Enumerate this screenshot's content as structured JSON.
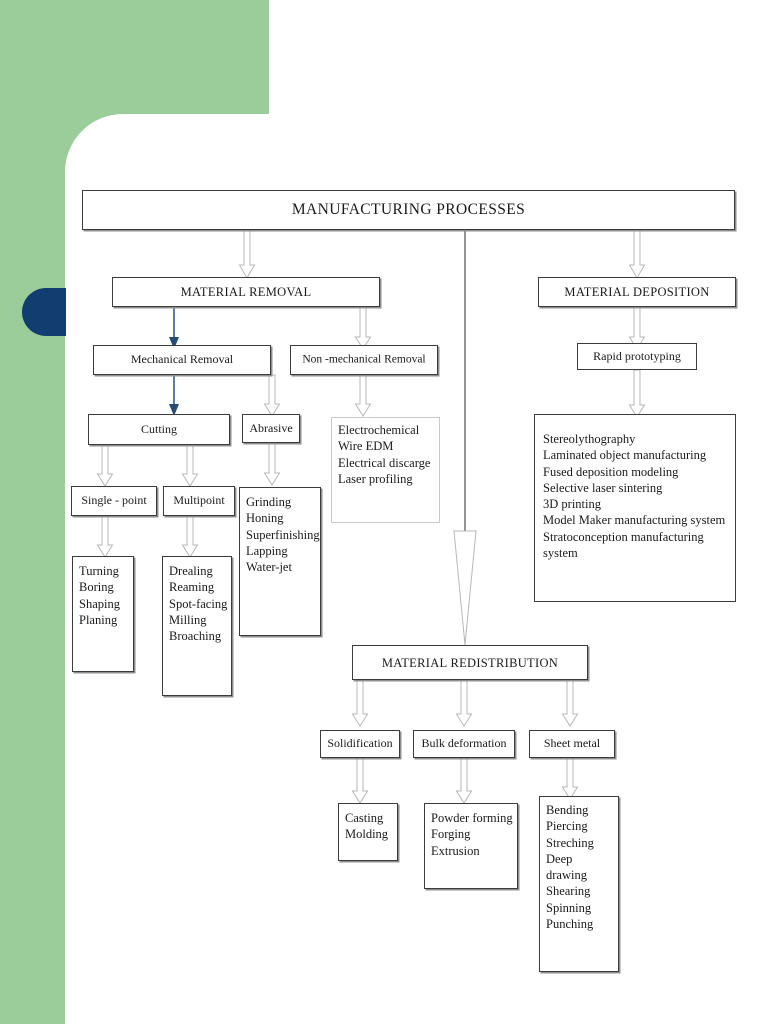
{
  "slide": {
    "accent_green": "#9bcd9b",
    "accent_navy": "#123d70",
    "box_border": "#3b3b3b",
    "arrow_fill": "#ffffff",
    "arrow_stroke": "#b7b7b7",
    "thin_arrow_color": "#2e5f8a"
  },
  "chart_data": {
    "type": "diagram",
    "title": "MANUFACTURING  PROCESSES",
    "orientation": "top-down",
    "nodes": [
      {
        "id": "root",
        "label": "MANUFACTURING  PROCESSES",
        "level": 0
      },
      {
        "id": "mr",
        "label": "MATERIAL REMOVAL",
        "level": 1
      },
      {
        "id": "mrd",
        "label": "MATERIAL REDISTRIBUTION",
        "level": 1
      },
      {
        "id": "mdp",
        "label": "MATERIAL DEPOSITION",
        "level": 1
      },
      {
        "id": "mech",
        "label": "Mechanical Removal",
        "level": 2
      },
      {
        "id": "nonmech",
        "label": "Non -mechanical Removal",
        "level": 2
      },
      {
        "id": "rapid",
        "label": "Rapid prototyping",
        "level": 2
      },
      {
        "id": "cut",
        "label": "Cutting",
        "level": 3
      },
      {
        "id": "abr",
        "label": "Abrasive",
        "level": 3
      },
      {
        "id": "sp",
        "label": "Single - point",
        "level": 4
      },
      {
        "id": "mp",
        "label": "Multipoint",
        "level": 4
      },
      {
        "id": "sol",
        "label": "Solidification",
        "level": 2
      },
      {
        "id": "bulk",
        "label": "Bulk deformation",
        "level": 2
      },
      {
        "id": "sheet",
        "label": "Sheet metal",
        "level": 2
      }
    ],
    "leaf_lists": {
      "single_point": [
        "Turning",
        "Boring",
        "Shaping",
        "Planing"
      ],
      "multipoint": [
        "Drealing",
        "Reaming",
        "Spot-facing",
        "Milling",
        "Broaching"
      ],
      "abrasive": [
        "Grinding",
        "Honing",
        "Superfinishing",
        "Lapping",
        "Water-jet"
      ],
      "non_mechanical": [
        "Electrochemical",
        "Wire EDM",
        "Electrical discarge",
        "Laser profiling"
      ],
      "rapid_prototyping": [
        "Stereolythography",
        "Laminated object manufacturing",
        "Fused deposition modeling",
        "Selective laser sintering",
        "3D printing",
        "Model Maker manufacturing system",
        "Stratoconception manufacturing system"
      ],
      "solidification": [
        "Casting",
        "Molding"
      ],
      "bulk_deformation": [
        "Powder forming",
        "Forging",
        "Extrusion"
      ],
      "sheet_metal": [
        "Bending",
        "Piercing",
        "Streching",
        "Deep drawing",
        "Shearing",
        "Spinning",
        "Punching"
      ]
    },
    "edges": [
      {
        "from": "root",
        "to": "mr",
        "style": "block-arrow"
      },
      {
        "from": "root",
        "to": "mrd",
        "style": "plain-line-arrow"
      },
      {
        "from": "root",
        "to": "mdp",
        "style": "block-arrow"
      },
      {
        "from": "mr",
        "to": "mech",
        "style": "thin-blue-arrow"
      },
      {
        "from": "mr",
        "to": "nonmech",
        "style": "block-arrow"
      },
      {
        "from": "mech",
        "to": "cut",
        "style": "thin-blue-arrow"
      },
      {
        "from": "mech",
        "to": "abr",
        "style": "block-arrow"
      },
      {
        "from": "cut",
        "to": "sp",
        "style": "block-arrow"
      },
      {
        "from": "cut",
        "to": "mp",
        "style": "block-arrow"
      },
      {
        "from": "sp",
        "to": "single_point-list",
        "style": "block-arrow"
      },
      {
        "from": "mp",
        "to": "multipoint-list",
        "style": "block-arrow"
      },
      {
        "from": "abr",
        "to": "abrasive-list",
        "style": "block-arrow"
      },
      {
        "from": "nonmech",
        "to": "non_mechanical-list",
        "style": "block-arrow"
      },
      {
        "from": "mdp",
        "to": "rapid",
        "style": "block-arrow"
      },
      {
        "from": "rapid",
        "to": "rapid_prototyping-list",
        "style": "block-arrow"
      },
      {
        "from": "mrd",
        "to": "sol",
        "style": "block-arrow"
      },
      {
        "from": "mrd",
        "to": "bulk",
        "style": "block-arrow"
      },
      {
        "from": "mrd",
        "to": "sheet",
        "style": "block-arrow"
      },
      {
        "from": "sol",
        "to": "solidification-list",
        "style": "block-arrow"
      },
      {
        "from": "bulk",
        "to": "bulk_deformation-list",
        "style": "block-arrow"
      },
      {
        "from": "sheet",
        "to": "sheet_metal-list",
        "style": "block-arrow"
      }
    ]
  }
}
